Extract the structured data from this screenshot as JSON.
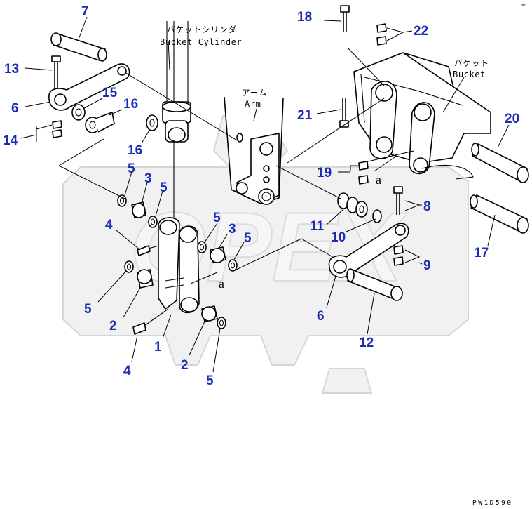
{
  "watermark": {
    "text": "OPEX"
  },
  "labels": {
    "cylinder_jp": "バケットシリンダ",
    "cylinder_en": "Bucket Cylinder",
    "arm_jp": "アーム",
    "arm_en": "Arm",
    "bucket_jp": "バケット",
    "bucket_en": "Bucket",
    "ref_mark": "a",
    "drawing_code": "PW1D590",
    "corner_mark": "="
  },
  "callouts": {
    "c1": "1",
    "c2": "2",
    "c3": "3",
    "c4": "4",
    "c5": "5",
    "c6": "6",
    "c7": "7",
    "c8": "8",
    "c9": "9",
    "c10": "10",
    "c11": "11",
    "c12": "12",
    "c13": "13",
    "c14": "14",
    "c15": "15",
    "c16": "16",
    "c17": "17",
    "c18": "18",
    "c19": "19",
    "c20": "20",
    "c21": "21",
    "c22": "22"
  },
  "colors": {
    "callout": "#1c2bb4",
    "line": "#000000",
    "watermark": "#d6d6d6"
  }
}
